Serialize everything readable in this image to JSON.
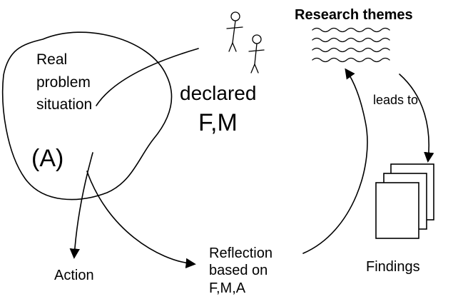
{
  "labels": {
    "real_problem": [
      "Real",
      "problem",
      "situation"
    ],
    "a_marker": "(A)",
    "declared": "declared",
    "fm": "F,M",
    "research_themes": "Research themes",
    "leads_to": "leads to",
    "findings": "Findings",
    "action": "Action",
    "reflection": [
      "Reflection",
      "based on",
      "F,M,A"
    ]
  }
}
